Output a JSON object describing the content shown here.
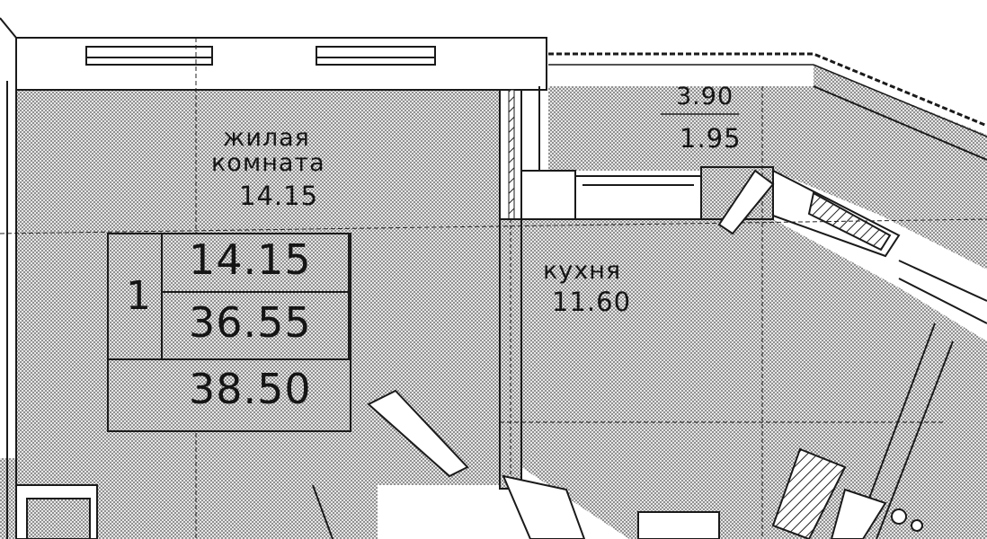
{
  "rooms": {
    "living": {
      "name_line1": "жилая",
      "name_line2": "комната",
      "area": "14.15"
    },
    "kitchen": {
      "name": "кухня",
      "area": "11.60"
    },
    "balcony": {
      "area_full": "3.90",
      "area_reduced": "1.95"
    }
  },
  "summary": {
    "rooms_count": "1",
    "living_area": "14.15",
    "total_area": "36.55",
    "total_with_balcony": "38.50"
  },
  "colors": {
    "wall": "#1a1a1a",
    "fill": "#c9c9c9",
    "paper": "#ffffff"
  }
}
